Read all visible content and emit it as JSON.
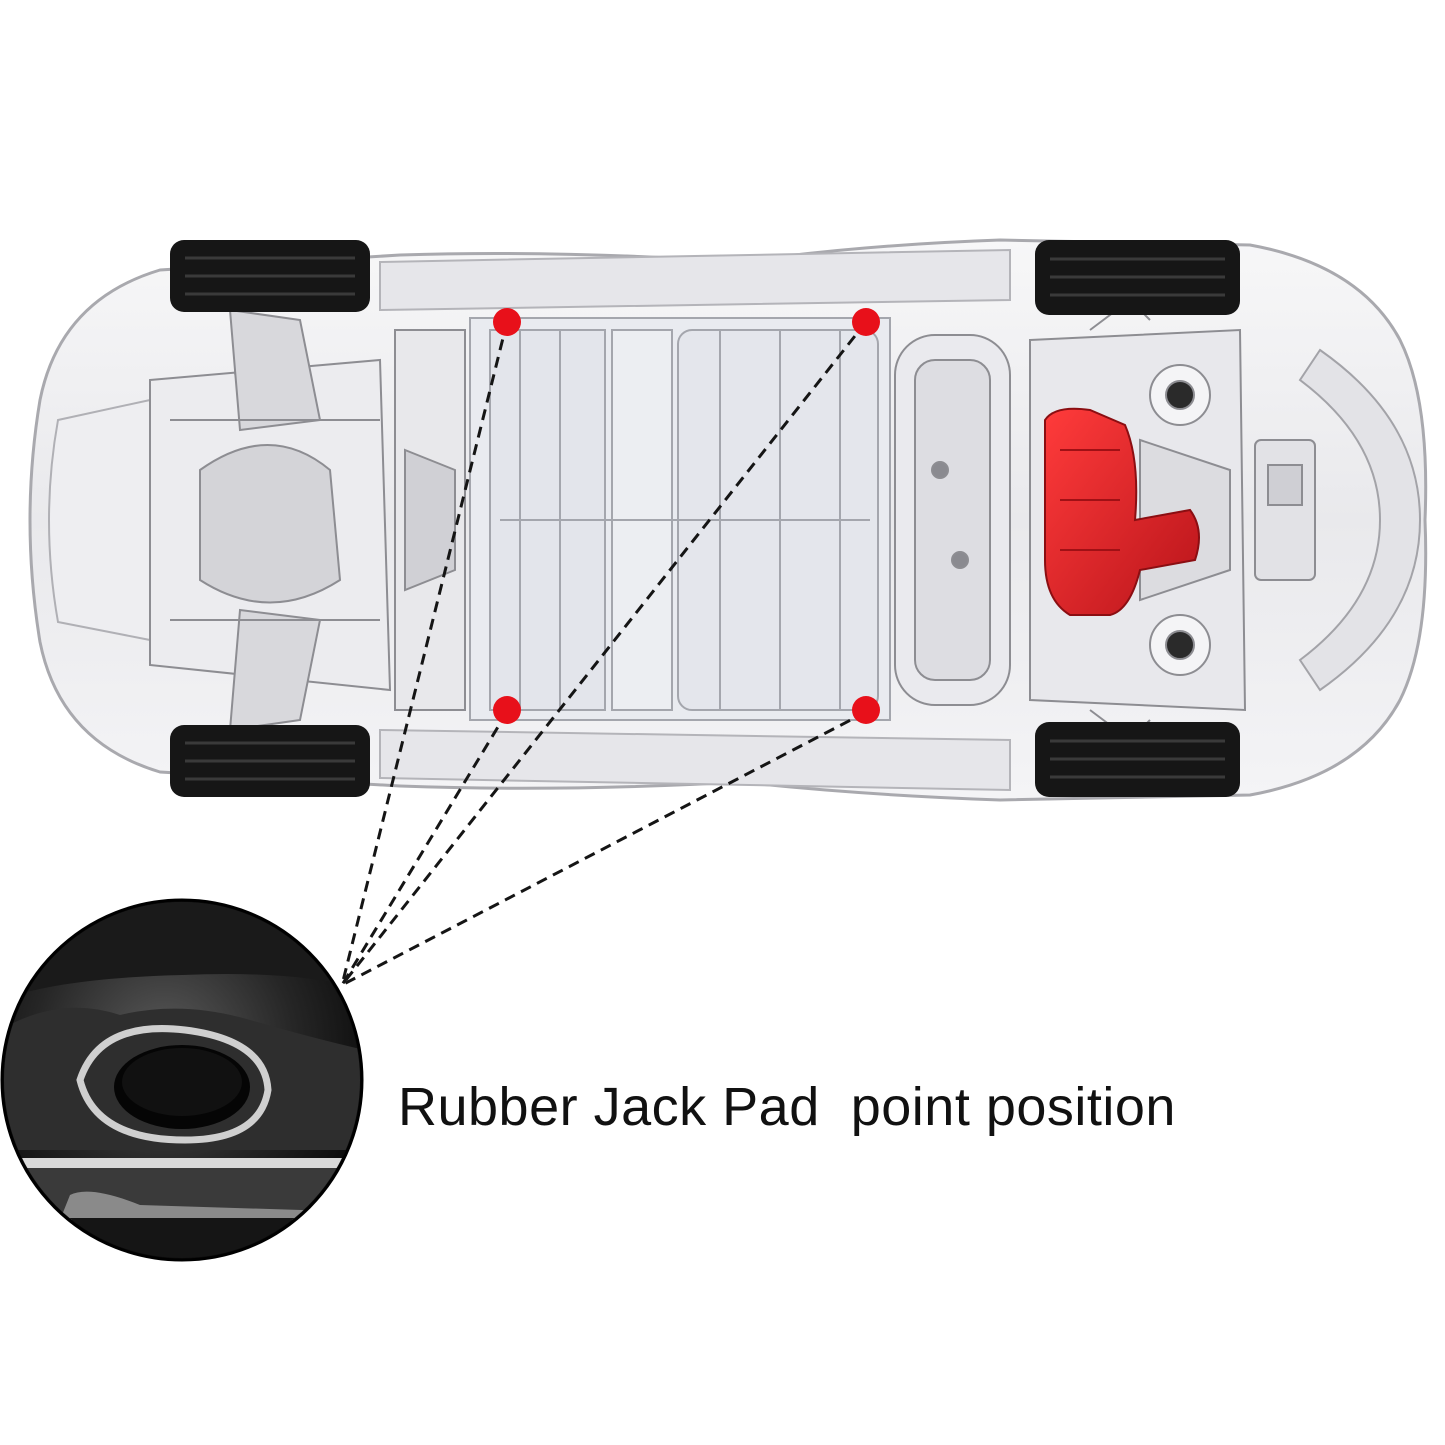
{
  "caption": "Rubber Jack Pad  point position",
  "colors": {
    "background": "#ffffff",
    "jack_point": "#e8101a",
    "motor": "#e41e26",
    "tire": "#161616",
    "body": "#f1f1f3",
    "body_outline": "#9a9a9e",
    "battery_pack": "#e6e8ee",
    "dashed_line": "#151515",
    "caption_text": "#111111"
  },
  "jack_points": [
    {
      "name": "front-left-jack-point"
    },
    {
      "name": "front-right-jack-point"
    },
    {
      "name": "rear-left-jack-point"
    },
    {
      "name": "rear-right-jack-point"
    }
  ]
}
